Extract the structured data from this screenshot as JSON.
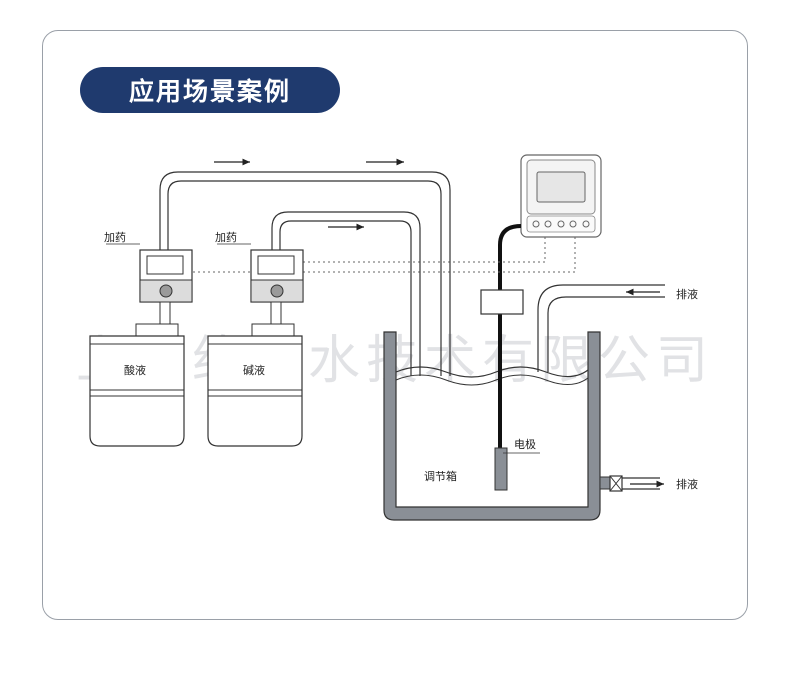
{
  "title": "应用场景案例",
  "labels": {
    "dosing_left": "加药",
    "dosing_right": "加药",
    "acid": "酸液",
    "alkali": "碱液",
    "electrode": "电极",
    "tank": "调节箱",
    "drain_top": "排液",
    "drain_bottom": "排液"
  },
  "watermark": "上海约安水技术有限公司",
  "colors": {
    "title_bg": "#1f3a6e",
    "tank_wall": "#8a8f96",
    "line": "#333333"
  }
}
